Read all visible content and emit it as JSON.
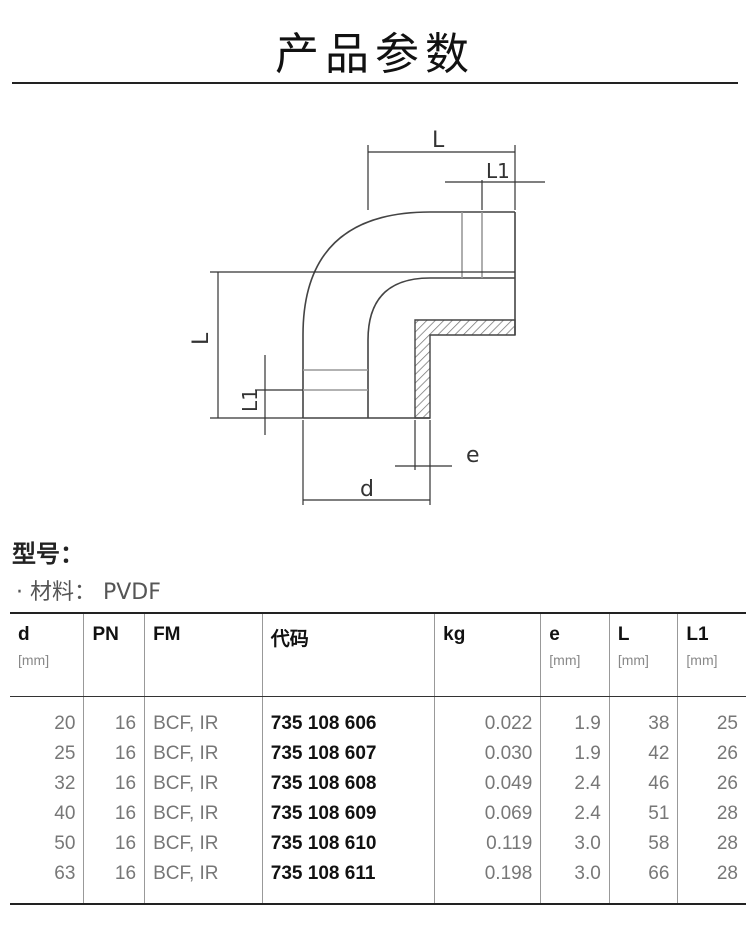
{
  "page": {
    "title": "产品参数",
    "section_label": "型号：",
    "material_line": "· 材料： PVDF"
  },
  "drawing": {
    "labels": {
      "L": "L",
      "L1": "L1",
      "d": "d",
      "e": "e"
    }
  },
  "table": {
    "headers": [
      {
        "label": "d",
        "unit": "[mm]"
      },
      {
        "label": "PN",
        "unit": ""
      },
      {
        "label": "FM",
        "unit": ""
      },
      {
        "label": "代码",
        "unit": ""
      },
      {
        "label": "kg",
        "unit": ""
      },
      {
        "label": "e",
        "unit": "[mm]"
      },
      {
        "label": "L",
        "unit": "[mm]"
      },
      {
        "label": "L1",
        "unit": "[mm]"
      }
    ],
    "rows": [
      {
        "d": "20",
        "pn": "16",
        "fm": "BCF, IR",
        "code": "735 108 606",
        "kg": "0.022",
        "e": "1.9",
        "L": "38",
        "L1": "25"
      },
      {
        "d": "25",
        "pn": "16",
        "fm": "BCF, IR",
        "code": "735 108 607",
        "kg": "0.030",
        "e": "1.9",
        "L": "42",
        "L1": "26"
      },
      {
        "d": "32",
        "pn": "16",
        "fm": "BCF, IR",
        "code": "735 108 608",
        "kg": "0.049",
        "e": "2.4",
        "L": "46",
        "L1": "26"
      },
      {
        "d": "40",
        "pn": "16",
        "fm": "BCF, IR",
        "code": "735 108 609",
        "kg": "0.069",
        "e": "2.4",
        "L": "51",
        "L1": "28"
      },
      {
        "d": "50",
        "pn": "16",
        "fm": "BCF, IR",
        "code": "735 108 610",
        "kg": "0.119",
        "e": "3.0",
        "L": "58",
        "L1": "28"
      },
      {
        "d": "63",
        "pn": "16",
        "fm": "BCF, IR",
        "code": "735 108 611",
        "kg": "0.198",
        "e": "3.0",
        "L": "66",
        "L1": "28"
      }
    ]
  }
}
